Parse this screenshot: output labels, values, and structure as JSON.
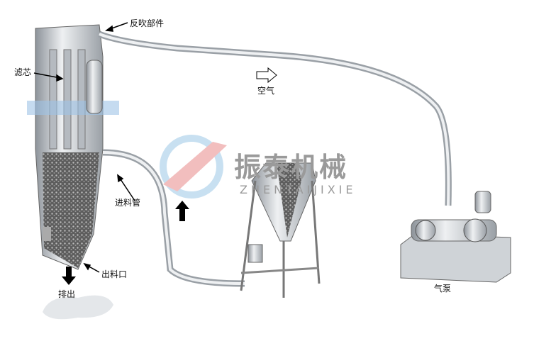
{
  "labels": {
    "backflush": "反吹部件",
    "filter": "滤芯",
    "air": "空气",
    "feed_pipe": "进料管",
    "outlet": "出料口",
    "discharge": "排出",
    "pump": "气泵"
  },
  "watermark": {
    "cn": "振泰机械",
    "en": "ZHENTAIJIXIE",
    "logo_colors": [
      "#e98a8a",
      "#9cc8e6"
    ]
  },
  "colors": {
    "metal": "#c9cdd2",
    "metal_dark": "#7d838a",
    "material": "#6f6f6f",
    "arrow": "#000000"
  }
}
